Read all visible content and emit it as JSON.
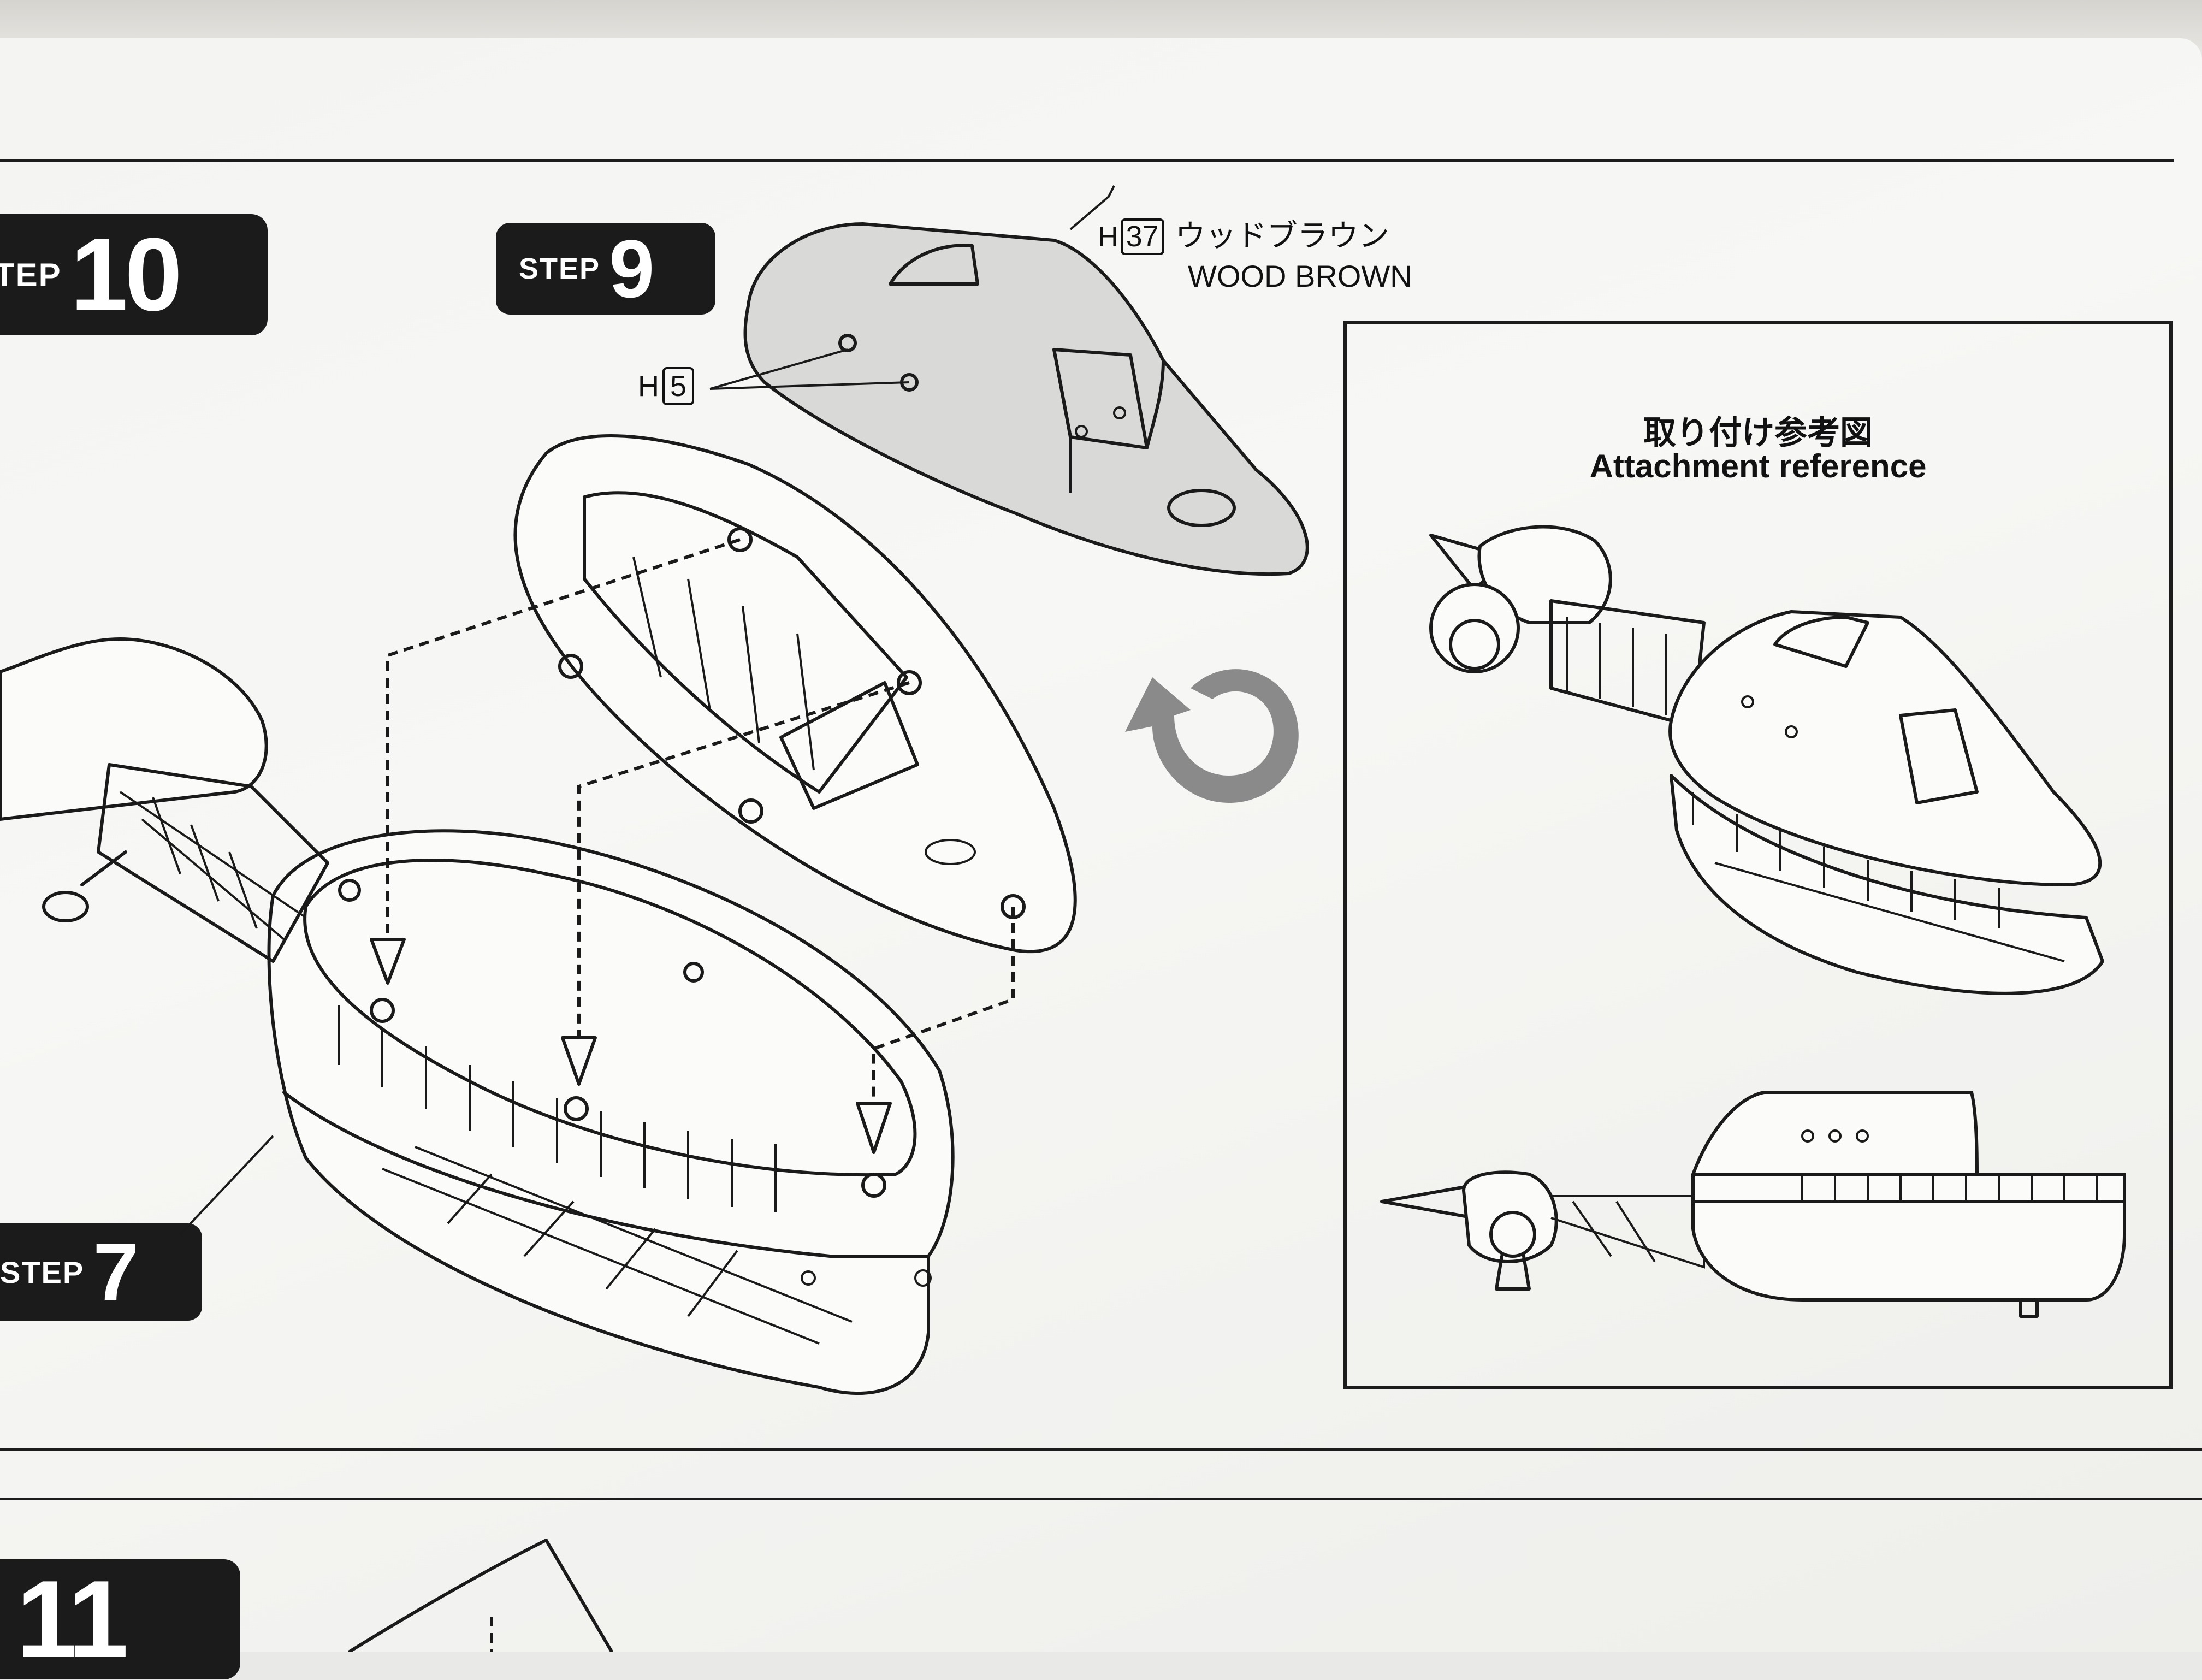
{
  "steps": {
    "step10": {
      "word": "TEP",
      "number": "10"
    },
    "step9": {
      "word": "STEP",
      "number": "9"
    },
    "step7": {
      "word": "STEP",
      "number": "7"
    },
    "step11": {
      "number": "11"
    }
  },
  "paint": {
    "letter": "H",
    "code": "37",
    "name_jp": "ウッドブラウン",
    "name_en": "WOOD BROWN"
  },
  "part_callout": {
    "letter": "H",
    "number": "5"
  },
  "reference": {
    "title_jp": "取り付け参考図",
    "title_en": "Attachment reference"
  },
  "colors": {
    "ink": "#1a1a1a",
    "paper": "#f5f5f3",
    "rotate_arrow": "#8a8a8a",
    "painted_part": "#d9d9d7"
  },
  "icons": [
    "rotate-arrow-icon"
  ]
}
